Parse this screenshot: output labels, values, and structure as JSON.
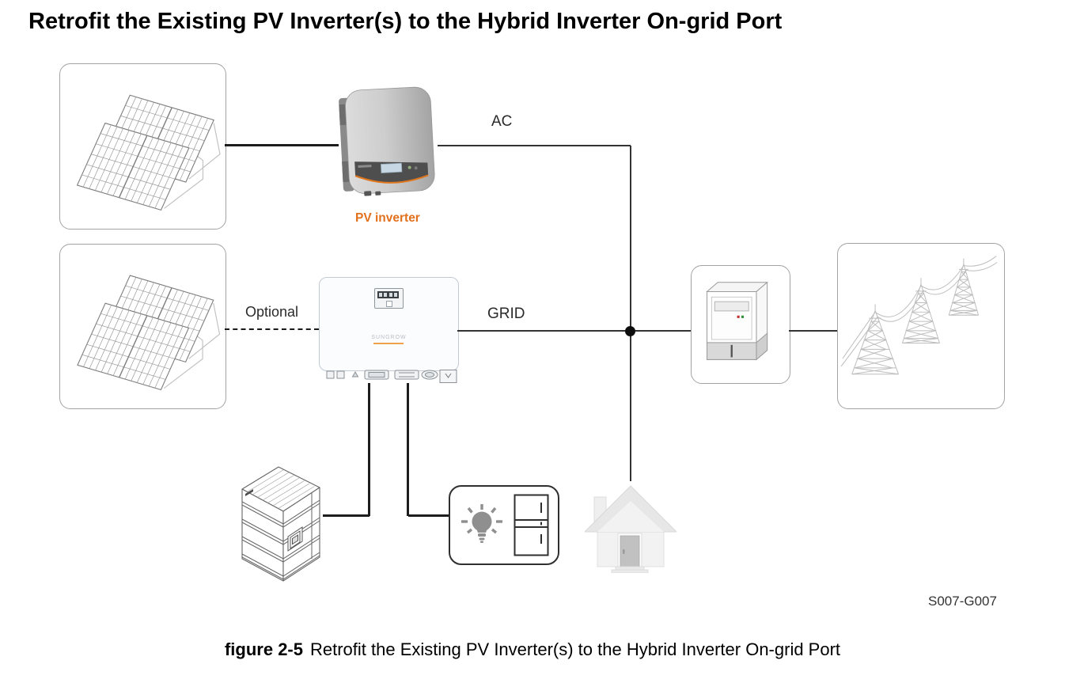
{
  "title": "Retrofit the Existing PV Inverter(s) to the Hybrid Inverter On-grid Port",
  "caption": {
    "prefix": "figure 2-5",
    "text": "Retrofit the Existing PV Inverter(s) to the Hybrid Inverter On-grid Port"
  },
  "figure_code": "S007-G007",
  "labels": {
    "ac": "AC",
    "grid": "GRID",
    "optional": "Optional",
    "pv_inverter": "PV inverter"
  },
  "device_text": {
    "hybrid_brand": "SUNGROW"
  },
  "icons": {
    "pv_array_1": "pv-array-icon",
    "pv_array_2": "pv-array-icon",
    "pv_inverter": "pv-inverter-device-icon",
    "hybrid_inverter": "hybrid-inverter-device-icon",
    "battery": "battery-stack-icon",
    "load_bulb": "light-bulb-icon",
    "load_fridge": "fridge-icon",
    "house": "house-icon",
    "meter": "energy-meter-icon",
    "power_grid": "power-grid-towers-icon"
  },
  "colors": {
    "accent_orange": "#E2711D",
    "connection_line": "#1d1d1d",
    "box_border": "#a3a3a3",
    "load_box_border": "#2f2f2f",
    "lineart_gray": "#8c8c8c"
  }
}
